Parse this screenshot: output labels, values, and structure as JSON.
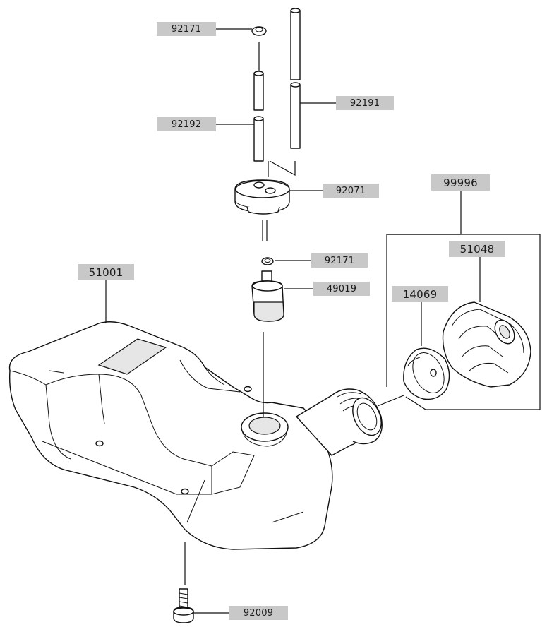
{
  "diagram": {
    "callouts": [
      {
        "id": "p92171a",
        "text": "92171"
      },
      {
        "id": "p92192",
        "text": "92192"
      },
      {
        "id": "p92191",
        "text": "92191"
      },
      {
        "id": "p92071",
        "text": "92071"
      },
      {
        "id": "p92171b",
        "text": "92171"
      },
      {
        "id": "p49019",
        "text": "49019"
      },
      {
        "id": "p51001",
        "text": "51001"
      },
      {
        "id": "p99996",
        "text": "99996"
      },
      {
        "id": "p51048",
        "text": "51048"
      },
      {
        "id": "p14069",
        "text": "14069"
      },
      {
        "id": "p92009",
        "text": "92009"
      }
    ]
  }
}
